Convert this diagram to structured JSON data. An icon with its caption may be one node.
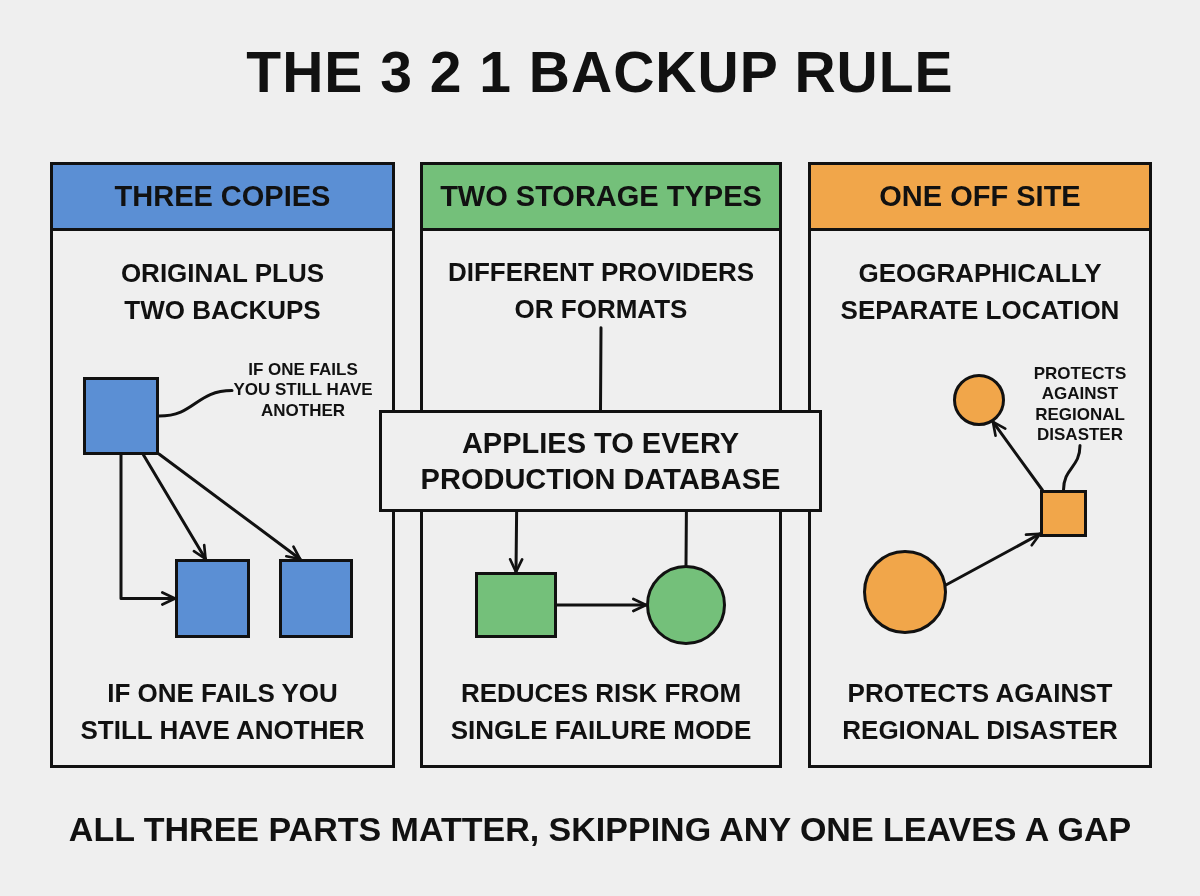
{
  "diagram": {
    "title": "THE 3 2 1 BACKUP RULE",
    "nodes": [
      {
        "text": [
          "THREE COPIES",
          "ORIGINAL PLUS TWO BACKUPS",
          "IF ONE FAILS YOU STILL HAVE ANOTHER"
        ]
      },
      {
        "text": [],
        "shape": "box",
        "in": 0
      },
      {
        "text": [
          "IF ONE FAILS YOU STILL HAVE ANOTHER"
        ],
        "in": 0
      },
      {
        "text": [],
        "shape": "box",
        "in": 0
      },
      {
        "text": [],
        "shape": "box",
        "in": 0
      },
      {
        "text": [
          "TWO STORAGE TYPES",
          "REDUCES RISK FROM SINGLE FAILURE MODE"
        ]
      },
      {
        "text": [
          "DIFFERENT PROVIDERS OR FORMATS"
        ],
        "in": 5
      },
      {
        "text": [],
        "shape": "box",
        "in": 5
      },
      {
        "text": [],
        "shape": "circle",
        "in": 5
      },
      {
        "text": [
          "ONE OFF SITE",
          "GEOGRAPHICALLY SEPARATE LOCATION",
          "PROTECTS AGAINST REGIONAL DISASTER"
        ]
      },
      {
        "text": [],
        "shape": "circle",
        "in": 9
      },
      {
        "text": [
          "PROTECTS AGAINST REGIONAL DISASTER"
        ],
        "in": 9
      },
      {
        "text": [],
        "shape": "box",
        "in": 9
      },
      {
        "text": [],
        "shape": "circle",
        "in": 9
      },
      {
        "text": [
          "APPLIES TO EVERY PRODUCTION DATABASE"
        ]
      }
    ],
    "edges": [
      {
        "from": 1,
        "to": 3,
        "arrow": "to"
      },
      {
        "from": 1,
        "to": 3,
        "arrow": "to"
      },
      {
        "from": 1,
        "to": 4,
        "arrow": "to"
      },
      {
        "from": 2,
        "to": 1,
        "arrow": "none"
      },
      {
        "from": 6,
        "to": 14,
        "arrow": "none"
      },
      {
        "from": 14,
        "to": 7,
        "arrow": "to"
      },
      {
        "from": 7,
        "to": 8,
        "arrow": "to"
      },
      {
        "from": 14,
        "to": 8,
        "arrow": "none"
      },
      {
        "from": 13,
        "to": 12,
        "arrow": "to"
      },
      {
        "from": 12,
        "to": 10,
        "arrow": "to"
      },
      {
        "from": 11,
        "to": 12,
        "arrow": "none"
      }
    ],
    "caption": "ALL THREE PARTS MATTER, SKIPPING ANY ONE LEAVES A GAP"
  }
}
